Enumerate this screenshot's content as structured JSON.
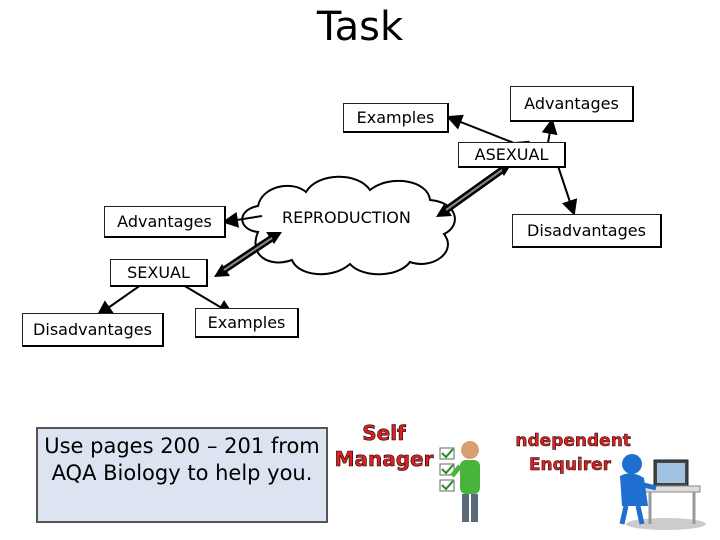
{
  "title": "Task",
  "nodes": {
    "examples_top": "Examples",
    "advantages_top": "Advantages",
    "asexual": "ASEXUAL",
    "reproduction": "REPRODUCTION",
    "advantages_left": "Advantages",
    "disadvantages_right": "Disadvantages",
    "sexual": "SEXUAL",
    "disadvantages_left": "Disadvantages",
    "examples_bottom": "Examples"
  },
  "note": "Use pages 200 – 201 from AQA Biology to help you.",
  "badges": {
    "self_manager": [
      "Self",
      "Manager"
    ],
    "independent_enquirer": [
      "Independent",
      "Enquirer"
    ]
  },
  "colors": {
    "note_bg": "#dbe4f0",
    "badge_red": "#e02020",
    "badge_blue": "#1f4fb5"
  }
}
